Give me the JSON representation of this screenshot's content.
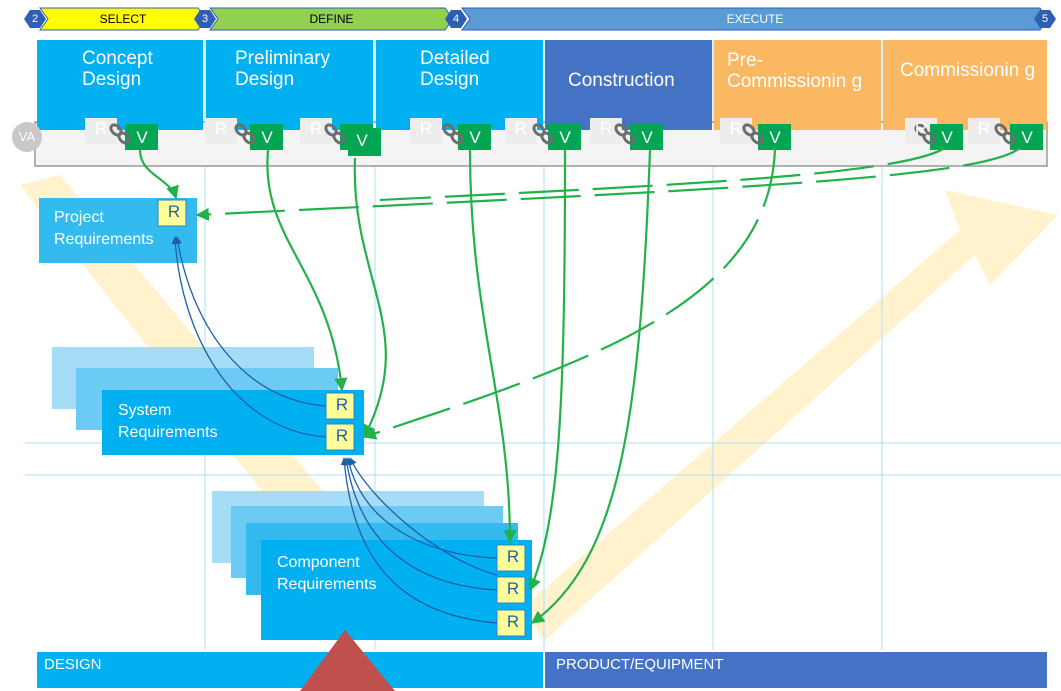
{
  "phase_bar": {
    "numbers": [
      "2",
      "3",
      "4",
      "5"
    ],
    "labels": [
      "SELECT",
      "DEFINE",
      "EXECUTE"
    ],
    "colors": {
      "select": "#ffff00",
      "define": "#92d050",
      "execute": "#4a90d9",
      "number": "#2f5fb3"
    }
  },
  "stages": [
    {
      "label": "Concept Design",
      "color": "#00b0f0"
    },
    {
      "label": "Preliminary Design",
      "color": "#00b0f0"
    },
    {
      "label": "Detailed Design",
      "color": "#00b0f0"
    },
    {
      "label": "Construction",
      "color": "#4472c4"
    },
    {
      "label": "Pre-Commissionin g",
      "color": "#fbb862"
    },
    {
      "label": "Commissionin g",
      "color": "#fbb862"
    }
  ],
  "badges": {
    "r": "R",
    "v": "V",
    "va": "VA"
  },
  "requirements": {
    "project": {
      "line1": "Project",
      "line2": "Requirements"
    },
    "system": {
      "line1": "System",
      "line2": "Requirements"
    },
    "component": {
      "line1": "Component",
      "line2": "Requirements"
    }
  },
  "bottom_bar": {
    "design": "DESIGN",
    "product": "PRODUCT/EQUIPMENT"
  },
  "colors": {
    "arrow_green": "#22b14c",
    "arrow_blue": "#1f5fa8",
    "req_fill": "#33bbf0",
    "req_stack": "#8fd6f7",
    "r_badge": "#ffff99",
    "v_badge": "#00a651",
    "design_bar": "#00b0f0",
    "product_bar": "#4472c4",
    "triangle": "#c0504d",
    "background_arrow": "#ffe7a3"
  }
}
